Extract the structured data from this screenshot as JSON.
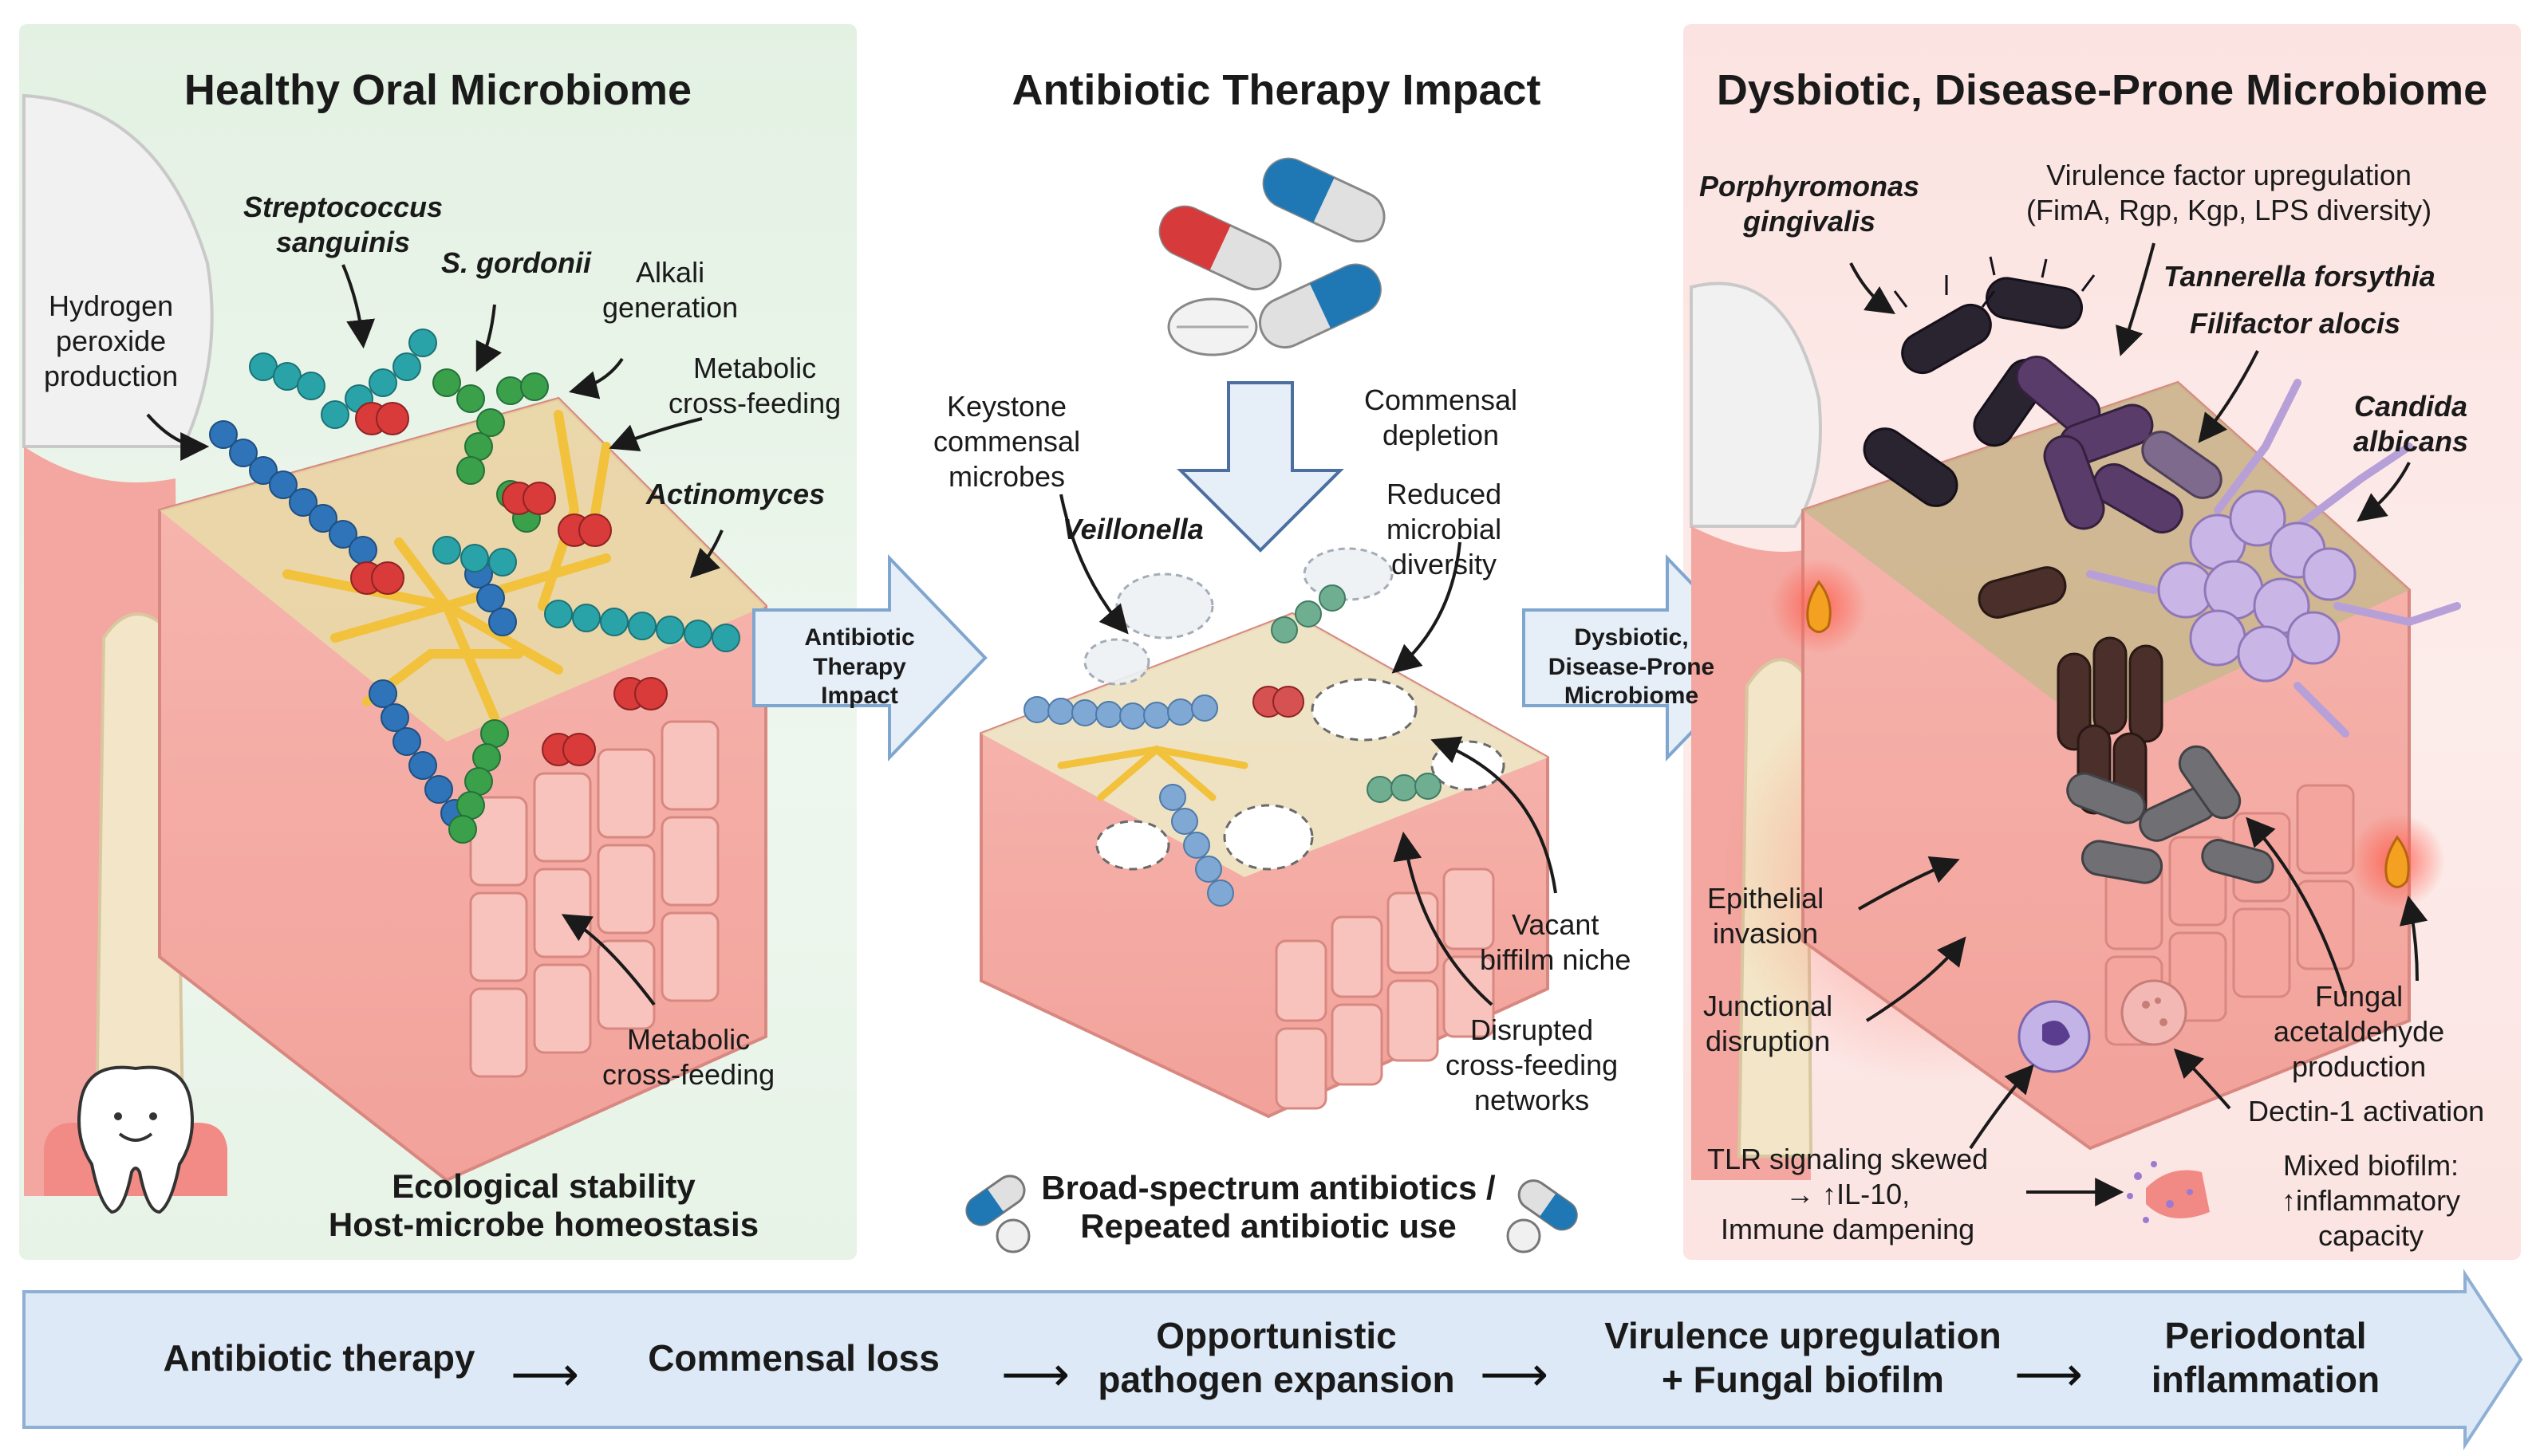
{
  "panels": {
    "healthy": {
      "title": "Healthy Oral Microbiome",
      "labels": {
        "streptococcus": "Streptococcus\nsanguinis",
        "gordonii": "S. gordonii",
        "alkali": "Alkali\ngeneration",
        "hydrogen": "Hydrogen\nperoxide\nproduction",
        "metabolic_top": "Metabolic\ncross-feeding",
        "actinomyces": "Actinomyces",
        "metabolic_bottom": "Metabolic\ncross-feeding"
      },
      "footer": [
        "Ecological stability",
        "Host-microbe homeostasis"
      ],
      "colors": {
        "bg": "#e6f3e6",
        "strep": "#2f73b8",
        "gordonii": "#3aa04a",
        "red": "#d93a3a",
        "teal": "#2aa3a8",
        "actino": "#f2c23c"
      }
    },
    "antibiotic": {
      "title": "Antibiotic Therapy Impact",
      "labels": {
        "keystone": "Keystone\ncommensal\nmicrobes",
        "veillonella": "Veillonella",
        "commensal_depletion": "Commensal\ndepletion",
        "reduced_diversity": "Reduced\nmicrobial\ndiversity",
        "vacant": "Vacant\nbiffilm niche",
        "disrupted": "Disrupted\ncross-feeding\nnetworks"
      },
      "footer": [
        "Broad-spectrum antibiotics /",
        "Repeated antibiotic use"
      ]
    },
    "dysbiotic": {
      "title": "Dysbiotic, Disease-Prone Microbiome",
      "labels": {
        "porphyromonas": "Porphyromonas\ngingivalis",
        "virulence": "Virulence factor upregulation\n(FimA, Rgp, Kgp, LPS diversity)",
        "tannerella": "Tannerella forsythia",
        "filifactor": "Filifactor alocis",
        "candida": "Candida\nalbicans",
        "epithelial": "Epithelial\ninvasion",
        "junctional": "Junctional\ndisruption",
        "fungal": "Fungal\nacetaldehyde\nproduction",
        "dectin": "Dectin-1 activation",
        "tlr": "TLR signaling skewed\n→ ↑IL-10,\nImmune dampening",
        "mixed": "Mixed biofilm:\n↑inflammatory\ncapacity"
      },
      "colors": {
        "bg": "#fbe6e4",
        "porph": "#2a2430",
        "tann": "#5a3c6a",
        "candida": "#b7a0d8",
        "inflam": "#e8413a"
      }
    }
  },
  "arrows": {
    "first": "Antibiotic\nTherapy\nImpact",
    "second": "Dysbiotic,\nDisease-Prone\nMicrobiome"
  },
  "flow": {
    "steps": [
      "Antibiotic therapy",
      "Commensal loss",
      "Opportunistic\npathogen expansion",
      "Virulence upregulation\n+ Fungal biofilm",
      "Periodontal\ninflammation"
    ],
    "arrow_glyph": "⟶",
    "color": "#dde9f6"
  }
}
